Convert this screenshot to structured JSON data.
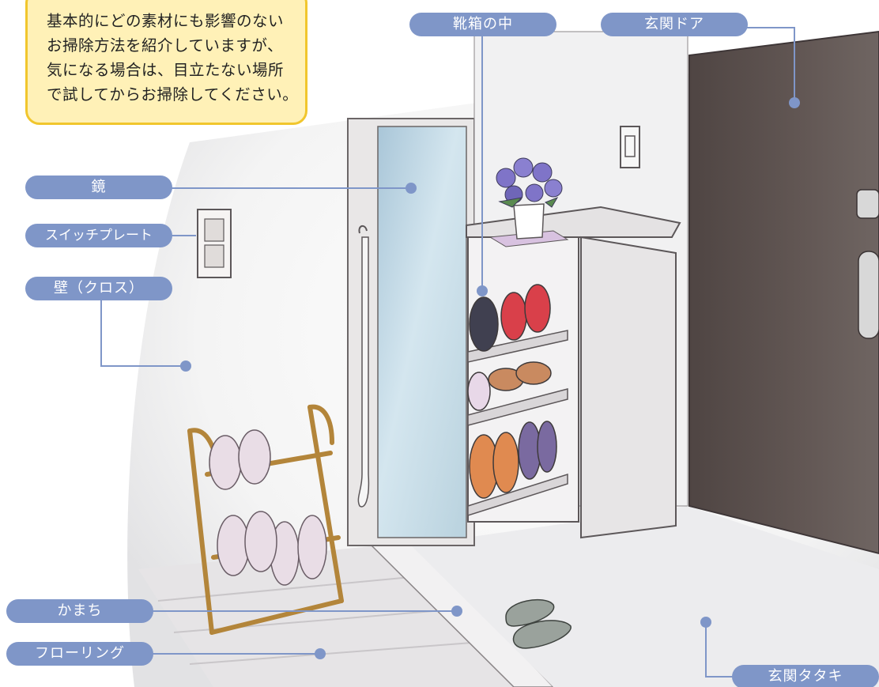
{
  "note": {
    "lines": [
      "基本的にどの素材にも影響のない",
      "お掃除方法を紹介していますが、",
      "気になる場合は、目立たない場所",
      "で試してからお掃除してください。"
    ]
  },
  "labels": {
    "shoebox_inside": "靴箱の中",
    "entrance_door": "玄関ドア",
    "mirror": "鏡",
    "switch_plate": "スイッチプレート",
    "wall": "壁（クロス）",
    "kamachi": "かまち",
    "flooring": "フローリング",
    "tataki": "玄関タタキ"
  },
  "colors": {
    "label_bg": "#7f96c8",
    "leader_line": "#7f96c8",
    "note_bg": "#fff1b7",
    "note_border": "#f1c62d",
    "door": "#5e5350",
    "tataki": "#eaeaec"
  }
}
